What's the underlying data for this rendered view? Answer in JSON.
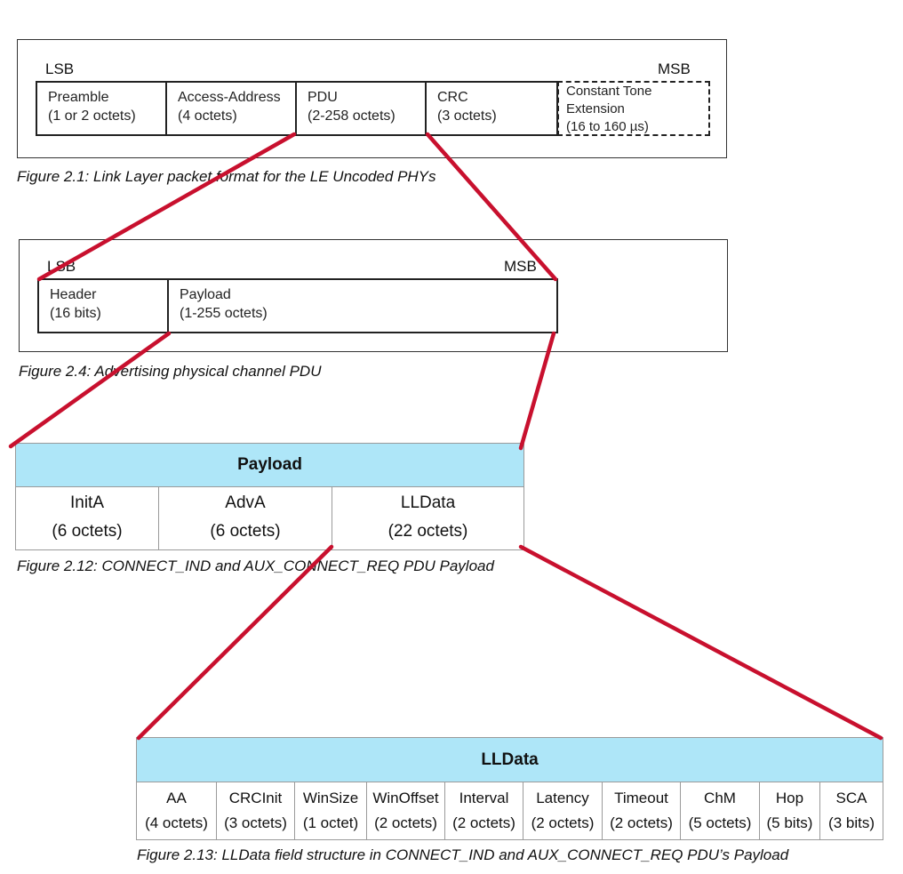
{
  "fig1": {
    "lsb": "LSB",
    "msb": "MSB",
    "fields": [
      {
        "line1": "Preamble",
        "line2": "(1 or 2 octets)"
      },
      {
        "line1": "Access-Address",
        "line2": "(4 octets)"
      },
      {
        "line1": "PDU",
        "line2": "(2-258 octets)"
      },
      {
        "line1": "CRC",
        "line2": "(3 octets)"
      },
      {
        "line1": "Constant Tone",
        "line2": "Extension",
        "line3": "(16 to 160 µs)"
      }
    ],
    "caption": "Figure 2.1:  Link Layer packet format for the LE Uncoded PHYs"
  },
  "fig2": {
    "lsb": "LSB",
    "msb": "MSB",
    "fields": [
      {
        "line1": "Header",
        "line2": "(16 bits)"
      },
      {
        "line1": "Payload",
        "line2": "(1-255 octets)"
      }
    ],
    "caption": "Figure 2.4:  Advertising physical channel PDU"
  },
  "fig3": {
    "header": "Payload",
    "cells": [
      {
        "name": "InitA",
        "size": "(6 octets)"
      },
      {
        "name": "AdvA",
        "size": "(6 octets)"
      },
      {
        "name": "LLData",
        "size": "(22 octets)"
      }
    ],
    "caption": "Figure 2.12:   CONNECT_IND and AUX_CONNECT_REQ PDU Payload"
  },
  "fig4": {
    "header": "LLData",
    "cells": [
      {
        "name": "AA",
        "size": "(4 octets)"
      },
      {
        "name": "CRCInit",
        "size": "(3 octets)"
      },
      {
        "name": "WinSize",
        "size": "(1 octet)"
      },
      {
        "name": "WinOffset",
        "size": "(2 octets)"
      },
      {
        "name": "Interval",
        "size": "(2 octets)"
      },
      {
        "name": "Latency",
        "size": "(2 octets)"
      },
      {
        "name": "Timeout",
        "size": "(2 octets)"
      },
      {
        "name": "ChM",
        "size": "(5 octets)"
      },
      {
        "name": "Hop",
        "size": "(5 bits)"
      },
      {
        "name": "SCA",
        "size": "(3 bits)"
      }
    ],
    "caption": "Figure 2.13:  LLData field structure in CONNECT_IND and AUX_CONNECT_REQ PDU’s Payload"
  },
  "colors": {
    "zoom_line": "#c8102e",
    "table_header_bg": "#aee6f8"
  }
}
